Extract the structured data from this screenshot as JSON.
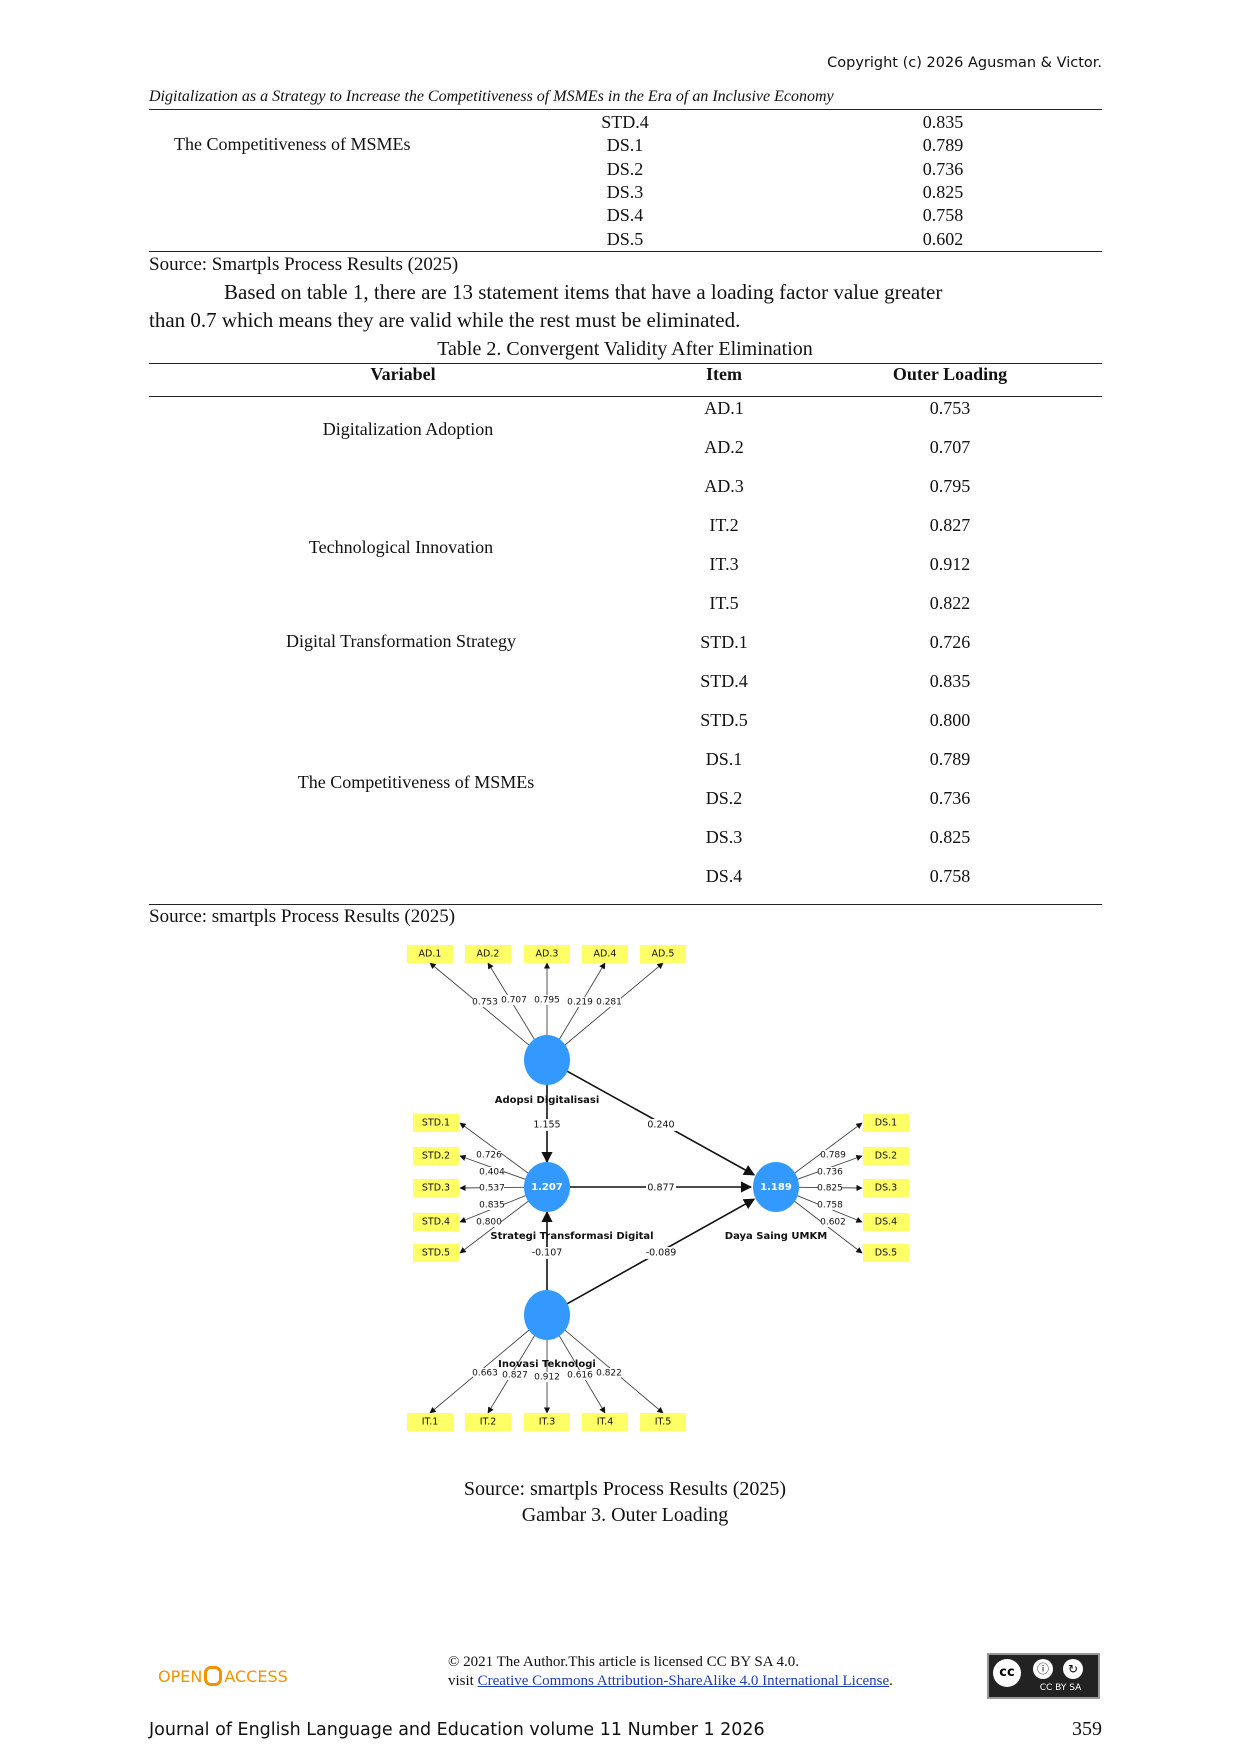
{
  "header": {
    "copyright": "Copyright (c) 2026 Agusman & Victor.",
    "running_title": "Digitalization as a Strategy to Increase the Competitiveness of MSMEs in the Era of an Inclusive Economy"
  },
  "table1_cont": {
    "variable": "The Competitiveness of MSMEs",
    "rows": [
      [
        "STD.4",
        "0.835"
      ],
      [
        "DS.1",
        "0.789"
      ],
      [
        "DS.2",
        "0.736"
      ],
      [
        "DS.3",
        "0.825"
      ],
      [
        "DS.4",
        "0.758"
      ],
      [
        "DS.5",
        "0.602"
      ]
    ],
    "source": "Source: Smartpls Process Results (2025)"
  },
  "paragraph": {
    "line1": "Based on table 1, there are 13 statement items that have a loading factor value greater",
    "line2": "than 0.7 which means they are valid while the rest must be eliminated."
  },
  "table2": {
    "title": "Table 2. Convergent Validity After Elimination",
    "headers": [
      "Variabel",
      "Item",
      "Outer Loading"
    ],
    "variables": [
      "Digitalization Adoption",
      "Technological Innovation",
      "Digital Transformation Strategy",
      "The Competitiveness of MSMEs"
    ],
    "rows": [
      [
        "AD.1",
        "0.753"
      ],
      [
        "AD.2",
        "0.707"
      ],
      [
        "AD.3",
        "0.795"
      ],
      [
        "IT.2",
        "0.827"
      ],
      [
        "IT.3",
        "0.912"
      ],
      [
        "IT.5",
        "0.822"
      ],
      [
        "STD.1",
        "0.726"
      ],
      [
        "STD.4",
        "0.835"
      ],
      [
        "STD.5",
        "0.800"
      ],
      [
        "DS.1",
        "0.789"
      ],
      [
        "DS.2",
        "0.736"
      ],
      [
        "DS.3",
        "0.825"
      ],
      [
        "DS.4",
        "0.758"
      ]
    ],
    "source": "Source: smartpls Process Results (2025)"
  },
  "diagram": {
    "constructs": {
      "ad": {
        "name": "Adopsi Digitalisasi",
        "value": ""
      },
      "std": {
        "name": "Strategi Transformasi Digital",
        "value": "1.207"
      },
      "ds": {
        "name": "Daya Saing UMKM",
        "value": "1.189"
      },
      "it": {
        "name": "Inovasi Teknologi",
        "value": ""
      }
    },
    "indicators": {
      "ad": [
        [
          "AD.1",
          "0.753"
        ],
        [
          "AD.2",
          "0.707"
        ],
        [
          "AD.3",
          "0.795"
        ],
        [
          "AD.4",
          "0.219"
        ],
        [
          "AD.5",
          "0.281"
        ]
      ],
      "std": [
        [
          "STD.1",
          "0.726"
        ],
        [
          "STD.2",
          "0.404"
        ],
        [
          "STD.3",
          "0.537"
        ],
        [
          "STD.4",
          "0.835"
        ],
        [
          "STD.5",
          "0.800"
        ]
      ],
      "ds": [
        [
          "DS.1",
          "0.789"
        ],
        [
          "DS.2",
          "0.736"
        ],
        [
          "DS.3",
          "0.825"
        ],
        [
          "DS.4",
          "0.758"
        ],
        [
          "DS.5",
          "0.602"
        ]
      ],
      "it": [
        [
          "IT.1",
          "0.663"
        ],
        [
          "IT.2",
          "0.827"
        ],
        [
          "IT.3",
          "0.912"
        ],
        [
          "IT.4",
          "0.616"
        ],
        [
          "IT.5",
          "0.822"
        ]
      ]
    },
    "paths": [
      [
        "ad",
        "std",
        "1.155"
      ],
      [
        "ad",
        "ds",
        "0.240"
      ],
      [
        "std",
        "ds",
        "0.877"
      ],
      [
        "it",
        "std",
        "-0.107"
      ],
      [
        "it",
        "ds",
        "-0.089"
      ]
    ],
    "colors": {
      "construct": "#3399ff",
      "indicator": "#ffff66"
    }
  },
  "figure": {
    "source": "Source: smartpls Process Results (2025)",
    "caption": "Gambar 3. Outer Loading"
  },
  "footer": {
    "open": "OPEN",
    "access": "ACCESS",
    "license_line1": "© 2021 The Author.This article is licensed CC BY SA 4.0.",
    "visit": "visit ",
    "license_link": "Creative Commons Attribution-ShareAlike 4.0 International License",
    "period": ".",
    "cc_badge": "CC BY SA",
    "journal": "Journal of English Language and Education volume 11 Number 1 2026",
    "page": "359"
  }
}
